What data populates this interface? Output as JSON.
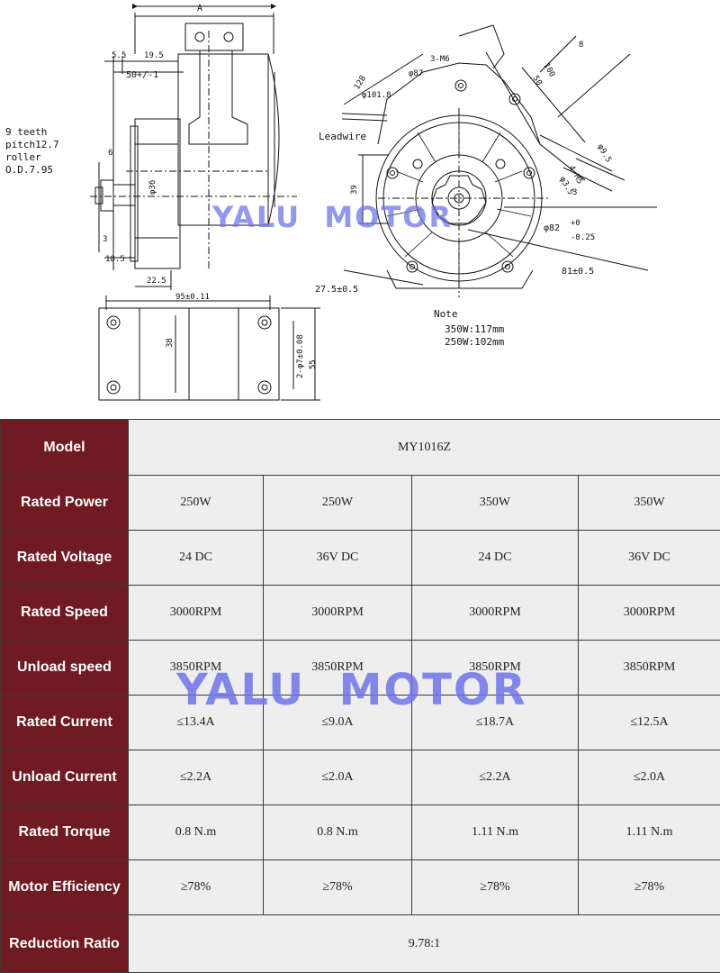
{
  "drawing": {
    "watermark": "YALU  MOTOR",
    "callouts": {
      "teeth": "9 teeth",
      "pitch": "pitch12.7",
      "roller": "roller",
      "od": "O.D.7.95",
      "leadwire": "Leadwire",
      "note_title": "Note",
      "note_350": "350W:117mm",
      "note_250": "250W:102mm"
    },
    "dimensions": {
      "a": "A",
      "d_5_5": "5.5",
      "d_19_5": "19.5",
      "d_50": "50+/-1",
      "d_6": "6",
      "d_36": "φ36",
      "d_3": "3",
      "d_18_5": "18.5",
      "d_22_5": "22.5",
      "d_95": "95±0.11",
      "d_38": "38",
      "d_holes": "2-φ7±0.08",
      "d_55": "55",
      "d_128": "128",
      "d_101": "φ101.8",
      "d_87": "φ87",
      "d_m6": "3-M6",
      "d_100": "100",
      "d_50b": "50",
      "d_8": "8",
      "d_39": "39",
      "d_82": "φ82",
      "d_82_tol_up": "+0",
      "d_82_tol_down": "-0.25",
      "d_81": "81±0.5",
      "d_27": "27.5±0.5",
      "d_3b": "3",
      "d_small1": "4-M5",
      "d_small2": "φ9.5",
      "d_small3": "φ3.5"
    }
  },
  "table": {
    "watermark": "YALU  MOTOR",
    "model_label": "Model",
    "model_value": "MY1016Z",
    "ratio_label": "Reduction Ratio",
    "ratio_value": "9.78:1",
    "rows": [
      {
        "label": "Rated Power",
        "values": [
          "250W",
          "250W",
          "350W",
          "350W"
        ]
      },
      {
        "label": "Rated Voltage",
        "values": [
          "24 DC",
          "36V DC",
          "24 DC",
          "36V DC"
        ]
      },
      {
        "label": "Rated Speed",
        "values": [
          "3000RPM",
          "3000RPM",
          "3000RPM",
          "3000RPM"
        ]
      },
      {
        "label": "Unload speed",
        "values": [
          "3850RPM",
          "3850RPM",
          "3850RPM",
          "3850RPM"
        ]
      },
      {
        "label": "Rated Current",
        "values": [
          "≤13.4A",
          "≤9.0A",
          "≤18.7A",
          "≤12.5A"
        ]
      },
      {
        "label": "Unload Current",
        "values": [
          "≤2.2A",
          "≤2.0A",
          "≤2.2A",
          "≤2.0A"
        ]
      },
      {
        "label": "Rated Torque",
        "values": [
          "0.8 N.m",
          "0.8 N.m",
          "1.11 N.m",
          "1.11 N.m"
        ]
      },
      {
        "label": "Motor Efficiency",
        "values": [
          "≥78%",
          "≥78%",
          "≥78%",
          "≥78%"
        ]
      }
    ],
    "colors": {
      "header_bg": "#701a22",
      "cell_bg": "#eeeeee",
      "watermark": "#6e75e8"
    }
  }
}
